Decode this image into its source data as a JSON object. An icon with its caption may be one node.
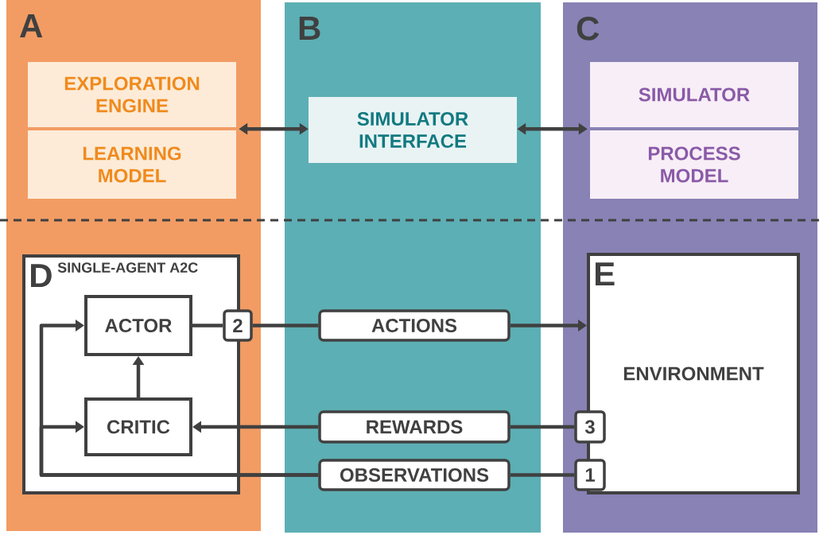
{
  "diagram": {
    "nodes": [
      {
        "text": [
          "A"
        ]
      },
      {
        "text": [
          "B"
        ]
      },
      {
        "text": [
          "C"
        ]
      },
      {
        "text": [
          "EXPLORATION ENGINE"
        ],
        "in": 0
      },
      {
        "text": [
          "LEARNING MODEL"
        ],
        "in": 0
      },
      {
        "text": [
          "SIMULATOR INTERFACE"
        ],
        "in": 1
      },
      {
        "text": [
          "SIMULATOR"
        ],
        "in": 2
      },
      {
        "text": [
          "PROCESS MODEL"
        ],
        "in": 2
      },
      {
        "text": [
          "D",
          "SINGLE-AGENT A2C"
        ],
        "in": 0
      },
      {
        "text": [
          "ACTOR"
        ],
        "in": 8
      },
      {
        "text": [
          "CRITIC"
        ],
        "in": 8
      },
      {
        "text": [
          "2"
        ],
        "in": 0
      },
      {
        "text": [
          "ACTIONS"
        ],
        "in": 1
      },
      {
        "text": [
          "E",
          "ENVIRONMENT"
        ],
        "in": 2
      },
      {
        "text": [
          "3"
        ],
        "in": 2
      },
      {
        "text": [
          "REWARDS"
        ],
        "in": 1
      },
      {
        "text": [
          "1"
        ],
        "in": 2
      },
      {
        "text": [
          "OBSERVATIONS"
        ],
        "in": 1
      }
    ],
    "edges": [
      {
        "from": 3,
        "to": 5,
        "arrow": "both"
      },
      {
        "from": 5,
        "to": 6,
        "arrow": "both"
      },
      {
        "from": 9,
        "to": 11,
        "arrow": "none"
      },
      {
        "from": 11,
        "to": 12,
        "arrow": "none"
      },
      {
        "from": 12,
        "to": 13,
        "arrow": "to"
      },
      {
        "from": 10,
        "to": 9,
        "arrow": "to"
      },
      {
        "from": 14,
        "to": 15,
        "arrow": "none"
      },
      {
        "from": 15,
        "to": 10,
        "arrow": "to"
      },
      {
        "from": 17,
        "to": 9,
        "arrow": "to"
      },
      {
        "from": 17,
        "to": 10,
        "arrow": "to"
      },
      {
        "from": 16,
        "to": 17,
        "arrow": "none"
      }
    ]
  }
}
